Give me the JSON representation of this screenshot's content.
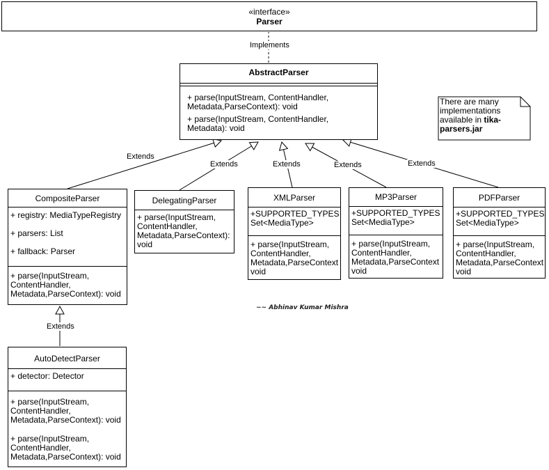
{
  "interface": {
    "stereotype": "«interface»",
    "name": "Parser"
  },
  "abstract_parser": {
    "name": "AbstractParser",
    "methods": [
      "+ parse(InputStream, ContentHandler,\nMetadata,ParseContext): void",
      "+ parse(InputStream, ContentHandler,\nMetadata): void"
    ]
  },
  "composite_parser": {
    "name": "CompositeParser",
    "attributes": [
      "+ registry: MediaTypeRegistry",
      "+ parsers: List",
      "+ fallback: Parser"
    ],
    "methods": [
      "+ parse(InputStream,\nContentHandler,\nMetadata,ParseContext): void"
    ]
  },
  "delegating_parser": {
    "name": "DelegatingParser",
    "methods": [
      "+ parse(InputStream,\nContentHandler,\nMetadata,ParseContext):\nvoid"
    ]
  },
  "xml_parser": {
    "name": "XMLParser",
    "attributes": [
      "+SUPPORTED_TYPES\nSet<MediaType>"
    ],
    "methods": [
      "+ parse(InputStream,\nContentHandler,\nMetadata,ParseContext\nvoid"
    ]
  },
  "mp3_parser": {
    "name": "MP3Parser",
    "attributes": [
      "+SUPPORTED_TYPES\nSet<MediaType>"
    ],
    "methods": [
      "+ parse(InputStream,\nContentHandler,\nMetadata,ParseContext\nvoid"
    ]
  },
  "pdf_parser": {
    "name": "PDFParser",
    "attributes": [
      "+SUPPORTED_TYPES\nSet<MediaType>"
    ],
    "methods": [
      "+ parse(InputStream,\nContentHandler,\nMetadata,ParseContext\nvoid"
    ]
  },
  "autodetect_parser": {
    "name": "AutoDetectParser",
    "attributes": [
      "+ detector: Detector"
    ],
    "methods": [
      "+ parse(InputStream,\nContentHandler,\nMetadata,ParseContext): void",
      "+ parse(InputStream,\nContentHandler,\nMetadata,ParseContext): void"
    ]
  },
  "edges": {
    "implements_label": "Implements",
    "extends_label": "Extends"
  },
  "note": {
    "text_plain": "There are many\nimplementations\navailable in ",
    "text_bold": "tika-\nparsers.jar"
  },
  "author": "~~ Abhinav Kumar Mishra"
}
